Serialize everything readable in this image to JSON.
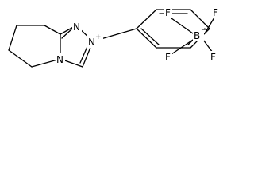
{
  "structure": {
    "cation": {
      "n1": "N",
      "n2": "N",
      "n4": "N",
      "n2_charge": "+"
    },
    "anion": {
      "boron": "B",
      "boron_charge": "−",
      "f_top_left": "F",
      "f_top_right": "F",
      "f_bottom_left": "F",
      "f_bottom_right": "F"
    }
  }
}
